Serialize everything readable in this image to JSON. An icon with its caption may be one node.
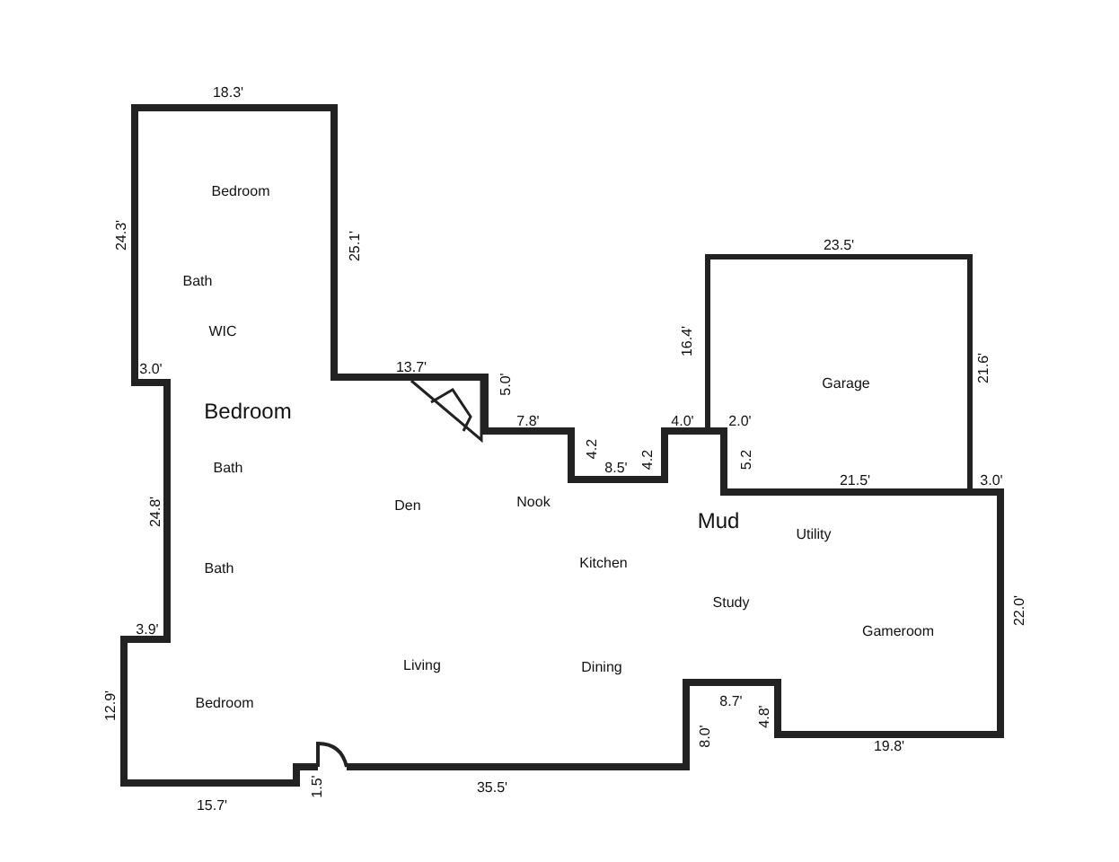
{
  "diagram": {
    "labels": [
      "18.3'",
      "Bedroom",
      "24.3'",
      "25.1'",
      "23.5'",
      "Bath",
      "WIC",
      "16.4'",
      "21.6'",
      "3.0'",
      "13.7'",
      "5.0'",
      "Garage",
      "Bedroom",
      "7.8'",
      "4.0'",
      "2.0'",
      "Bath",
      "4.2",
      "8.5'",
      "4.2",
      "5.2",
      "21.5'",
      "3.0'",
      "24.8'",
      "Den",
      "Nook",
      "Mud",
      "Utility",
      "Bath",
      "Kitchen",
      "Study",
      "22.0'",
      "3.9'",
      "Gameroom",
      "Living",
      "Dining",
      "12.9'",
      "Bedroom",
      "8.7'",
      "4.8'",
      "8.0'",
      "19.8'",
      "1.5'",
      "35.5'",
      "15.7'"
    ]
  }
}
